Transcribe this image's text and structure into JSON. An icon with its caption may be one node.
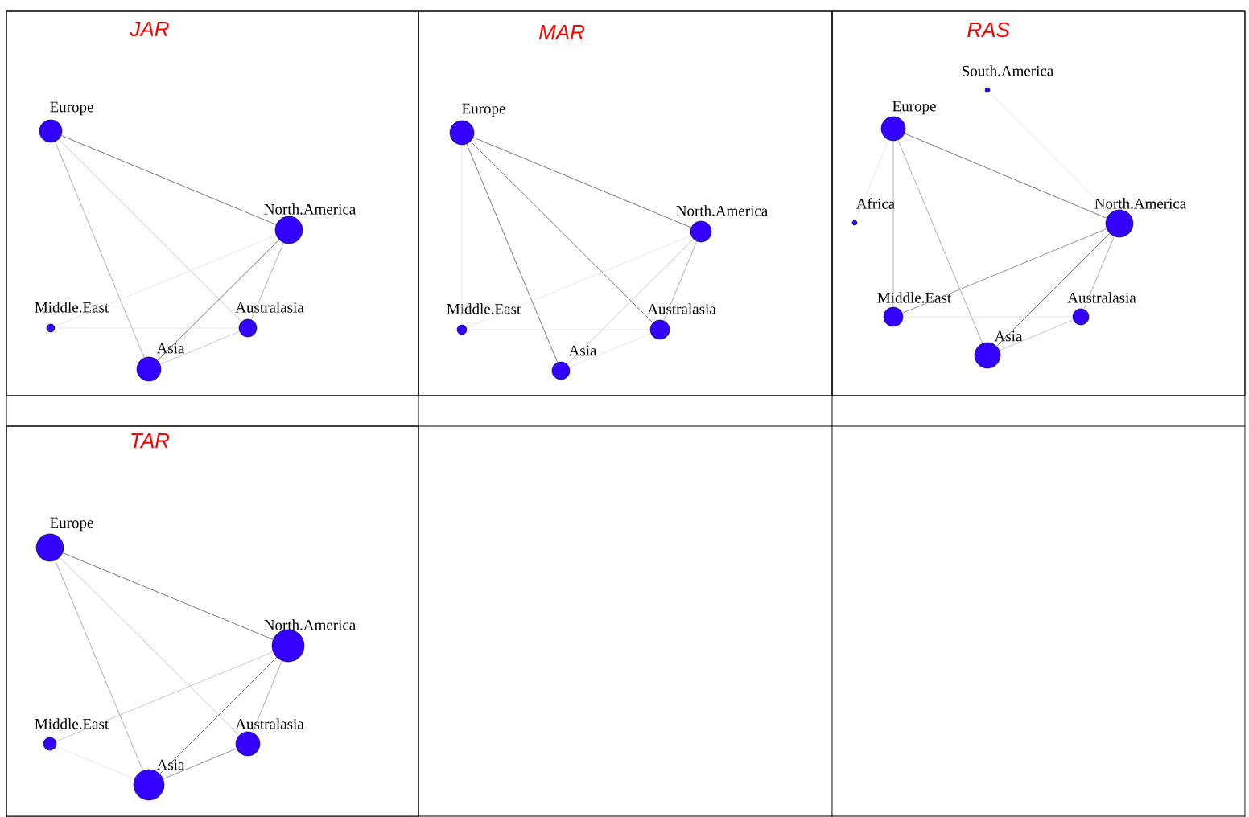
{
  "diagram": {
    "nodes": [
      {
        "text": [
          "JAR"
        ]
      },
      {
        "text": [
          "Europe"
        ],
        "in": 0
      },
      {
        "text": [
          "North.America"
        ],
        "in": 0
      },
      {
        "text": [
          "Middle.East"
        ],
        "in": 0
      },
      {
        "text": [
          "Australasia"
        ],
        "in": 0
      },
      {
        "text": [
          "Asia"
        ],
        "in": 0
      },
      {
        "text": [
          "MAR"
        ]
      },
      {
        "text": [
          "Europe"
        ],
        "in": 6
      },
      {
        "text": [
          "North.America"
        ],
        "in": 6
      },
      {
        "text": [
          "Middle.East"
        ],
        "in": 6
      },
      {
        "text": [
          "Australasia"
        ],
        "in": 6
      },
      {
        "text": [
          "Asia"
        ],
        "in": 6
      },
      {
        "text": [
          "RAS"
        ]
      },
      {
        "text": [
          "South.America"
        ],
        "in": 12
      },
      {
        "text": [
          "Europe"
        ],
        "in": 12
      },
      {
        "text": [
          "Africa"
        ],
        "in": 12
      },
      {
        "text": [
          "North.America"
        ],
        "in": 12
      },
      {
        "text": [
          "Middle.East"
        ],
        "in": 12
      },
      {
        "text": [
          "Australasia"
        ],
        "in": 12
      },
      {
        "text": [
          "Asia"
        ],
        "in": 12
      },
      {
        "text": [
          "TAR"
        ]
      },
      {
        "text": [
          "Europe"
        ],
        "in": 20
      },
      {
        "text": [
          "North.America"
        ],
        "in": 20
      },
      {
        "text": [
          "Middle.East"
        ],
        "in": 20
      },
      {
        "text": [
          "Australasia"
        ],
        "in": 20
      },
      {
        "text": [
          "Asia"
        ],
        "in": 20
      }
    ],
    "edges": [
      {
        "from": 1,
        "to": 2,
        "arrow": "none",
        "color": "#555555"
      },
      {
        "from": 1,
        "to": 5,
        "arrow": "none"
      },
      {
        "from": 1,
        "to": 4,
        "arrow": "none",
        "color": "#bbbbbb"
      },
      {
        "from": 2,
        "to": 3,
        "arrow": "none",
        "color": "#e0e0e0"
      },
      {
        "from": 2,
        "to": 5,
        "arrow": "none",
        "color": "#555555"
      },
      {
        "from": 2,
        "to": 4,
        "arrow": "none"
      },
      {
        "from": 3,
        "to": 4,
        "arrow": "none",
        "color": "#e0e0e0"
      },
      {
        "from": 5,
        "to": 4,
        "arrow": "none",
        "color": "#bbbbbb"
      },
      {
        "from": 7,
        "to": 8,
        "arrow": "none",
        "color": "#555555"
      },
      {
        "from": 7,
        "to": 11,
        "arrow": "none",
        "color": "#555555"
      },
      {
        "from": 7,
        "to": 10,
        "arrow": "none",
        "color": "#555555"
      },
      {
        "from": 7,
        "to": 9,
        "arrow": "none",
        "color": "#e0e0e0"
      },
      {
        "from": 8,
        "to": 9,
        "arrow": "none",
        "color": "#e0e0e0"
      },
      {
        "from": 8,
        "to": 11,
        "arrow": "none",
        "color": "#bbbbbb"
      },
      {
        "from": 8,
        "to": 10,
        "arrow": "none"
      },
      {
        "from": 9,
        "to": 10,
        "arrow": "none",
        "color": "#e0e0e0"
      },
      {
        "from": 11,
        "to": 10,
        "arrow": "none",
        "color": "#e0e0e0"
      },
      {
        "from": 13,
        "to": 16,
        "arrow": "none",
        "color": "#e0e0e0"
      },
      {
        "from": 14,
        "to": 15,
        "arrow": "none",
        "color": "#e0e0e0"
      },
      {
        "from": 14,
        "to": 17,
        "arrow": "none"
      },
      {
        "from": 14,
        "to": 19,
        "arrow": "none"
      },
      {
        "from": 14,
        "to": 16,
        "arrow": "none",
        "color": "#555555"
      },
      {
        "from": 16,
        "to": 17,
        "arrow": "none",
        "color": "#777777"
      },
      {
        "from": 16,
        "to": 19,
        "arrow": "none",
        "color": "#555555"
      },
      {
        "from": 16,
        "to": 18,
        "arrow": "none"
      },
      {
        "from": 17,
        "to": 18,
        "arrow": "none",
        "color": "#e0e0e0"
      },
      {
        "from": 19,
        "to": 18,
        "arrow": "none",
        "color": "#bbbbbb"
      },
      {
        "from": 21,
        "to": 22,
        "arrow": "none",
        "color": "#555555"
      },
      {
        "from": 21,
        "to": 25,
        "arrow": "none"
      },
      {
        "from": 21,
        "to": 24,
        "arrow": "none",
        "color": "#bbbbbb"
      },
      {
        "from": 22,
        "to": 23,
        "arrow": "none",
        "color": "#bbbbbb"
      },
      {
        "from": 22,
        "to": 25,
        "arrow": "none",
        "color": "#555555"
      },
      {
        "from": 22,
        "to": 24,
        "arrow": "none"
      },
      {
        "from": 23,
        "to": 25,
        "arrow": "none",
        "color": "#e0e0e0"
      },
      {
        "from": 25,
        "to": 24,
        "arrow": "none",
        "color": "#777777"
      }
    ]
  }
}
